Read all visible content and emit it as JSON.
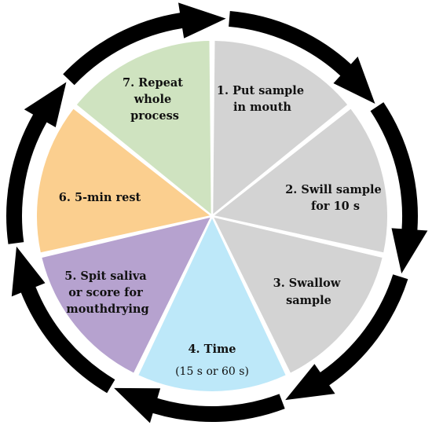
{
  "steps": [
    {
      "lines": [
        "1. Put sample",
        "in mouth"
      ],
      "color": "#d3d3d3"
    },
    {
      "lines": [
        "2. Swill sample",
        "for 10 s"
      ],
      "color": "#d3d3d3"
    },
    {
      "lines": [
        "3. Swallow",
        "sample"
      ],
      "color": "#d3d3d3"
    },
    {
      "lines": [
        "4. Time"
      ],
      "sub": "(15 s or 60 s)",
      "color": "#bde8f9"
    },
    {
      "lines": [
        "5. Spit saliva",
        "or score for",
        "mouthdrying"
      ],
      "color": "#b6a2cf"
    },
    {
      "lines": [
        "6. 5-min rest"
      ],
      "color": "#fbcf8f"
    },
    {
      "lines": [
        "7. Repeat",
        "whole",
        "process"
      ],
      "color": "#cfe3c0"
    }
  ],
  "arrow_color": "#000000",
  "direction": "clockwise"
}
